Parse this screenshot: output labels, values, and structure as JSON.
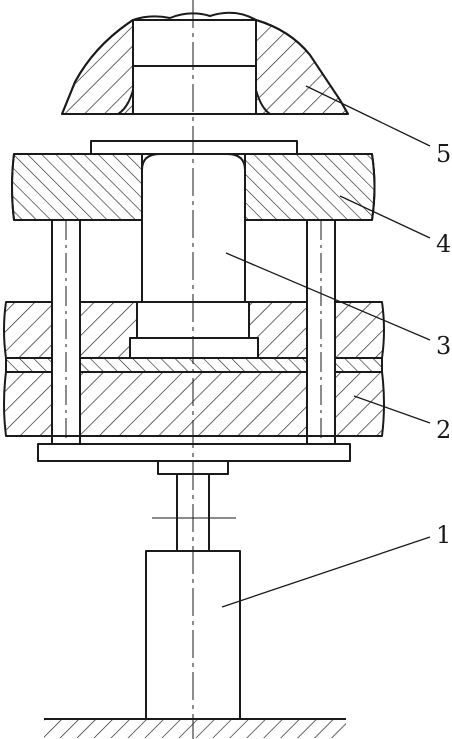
{
  "figure": {
    "callouts": [
      {
        "id": "part-1",
        "label": "1"
      },
      {
        "id": "part-2",
        "label": "2"
      },
      {
        "id": "part-3",
        "label": "3"
      },
      {
        "id": "part-4",
        "label": "4"
      },
      {
        "id": "part-5",
        "label": "5"
      }
    ],
    "colors": {
      "line": "#1a1a1a",
      "background": "#ffffff"
    }
  }
}
